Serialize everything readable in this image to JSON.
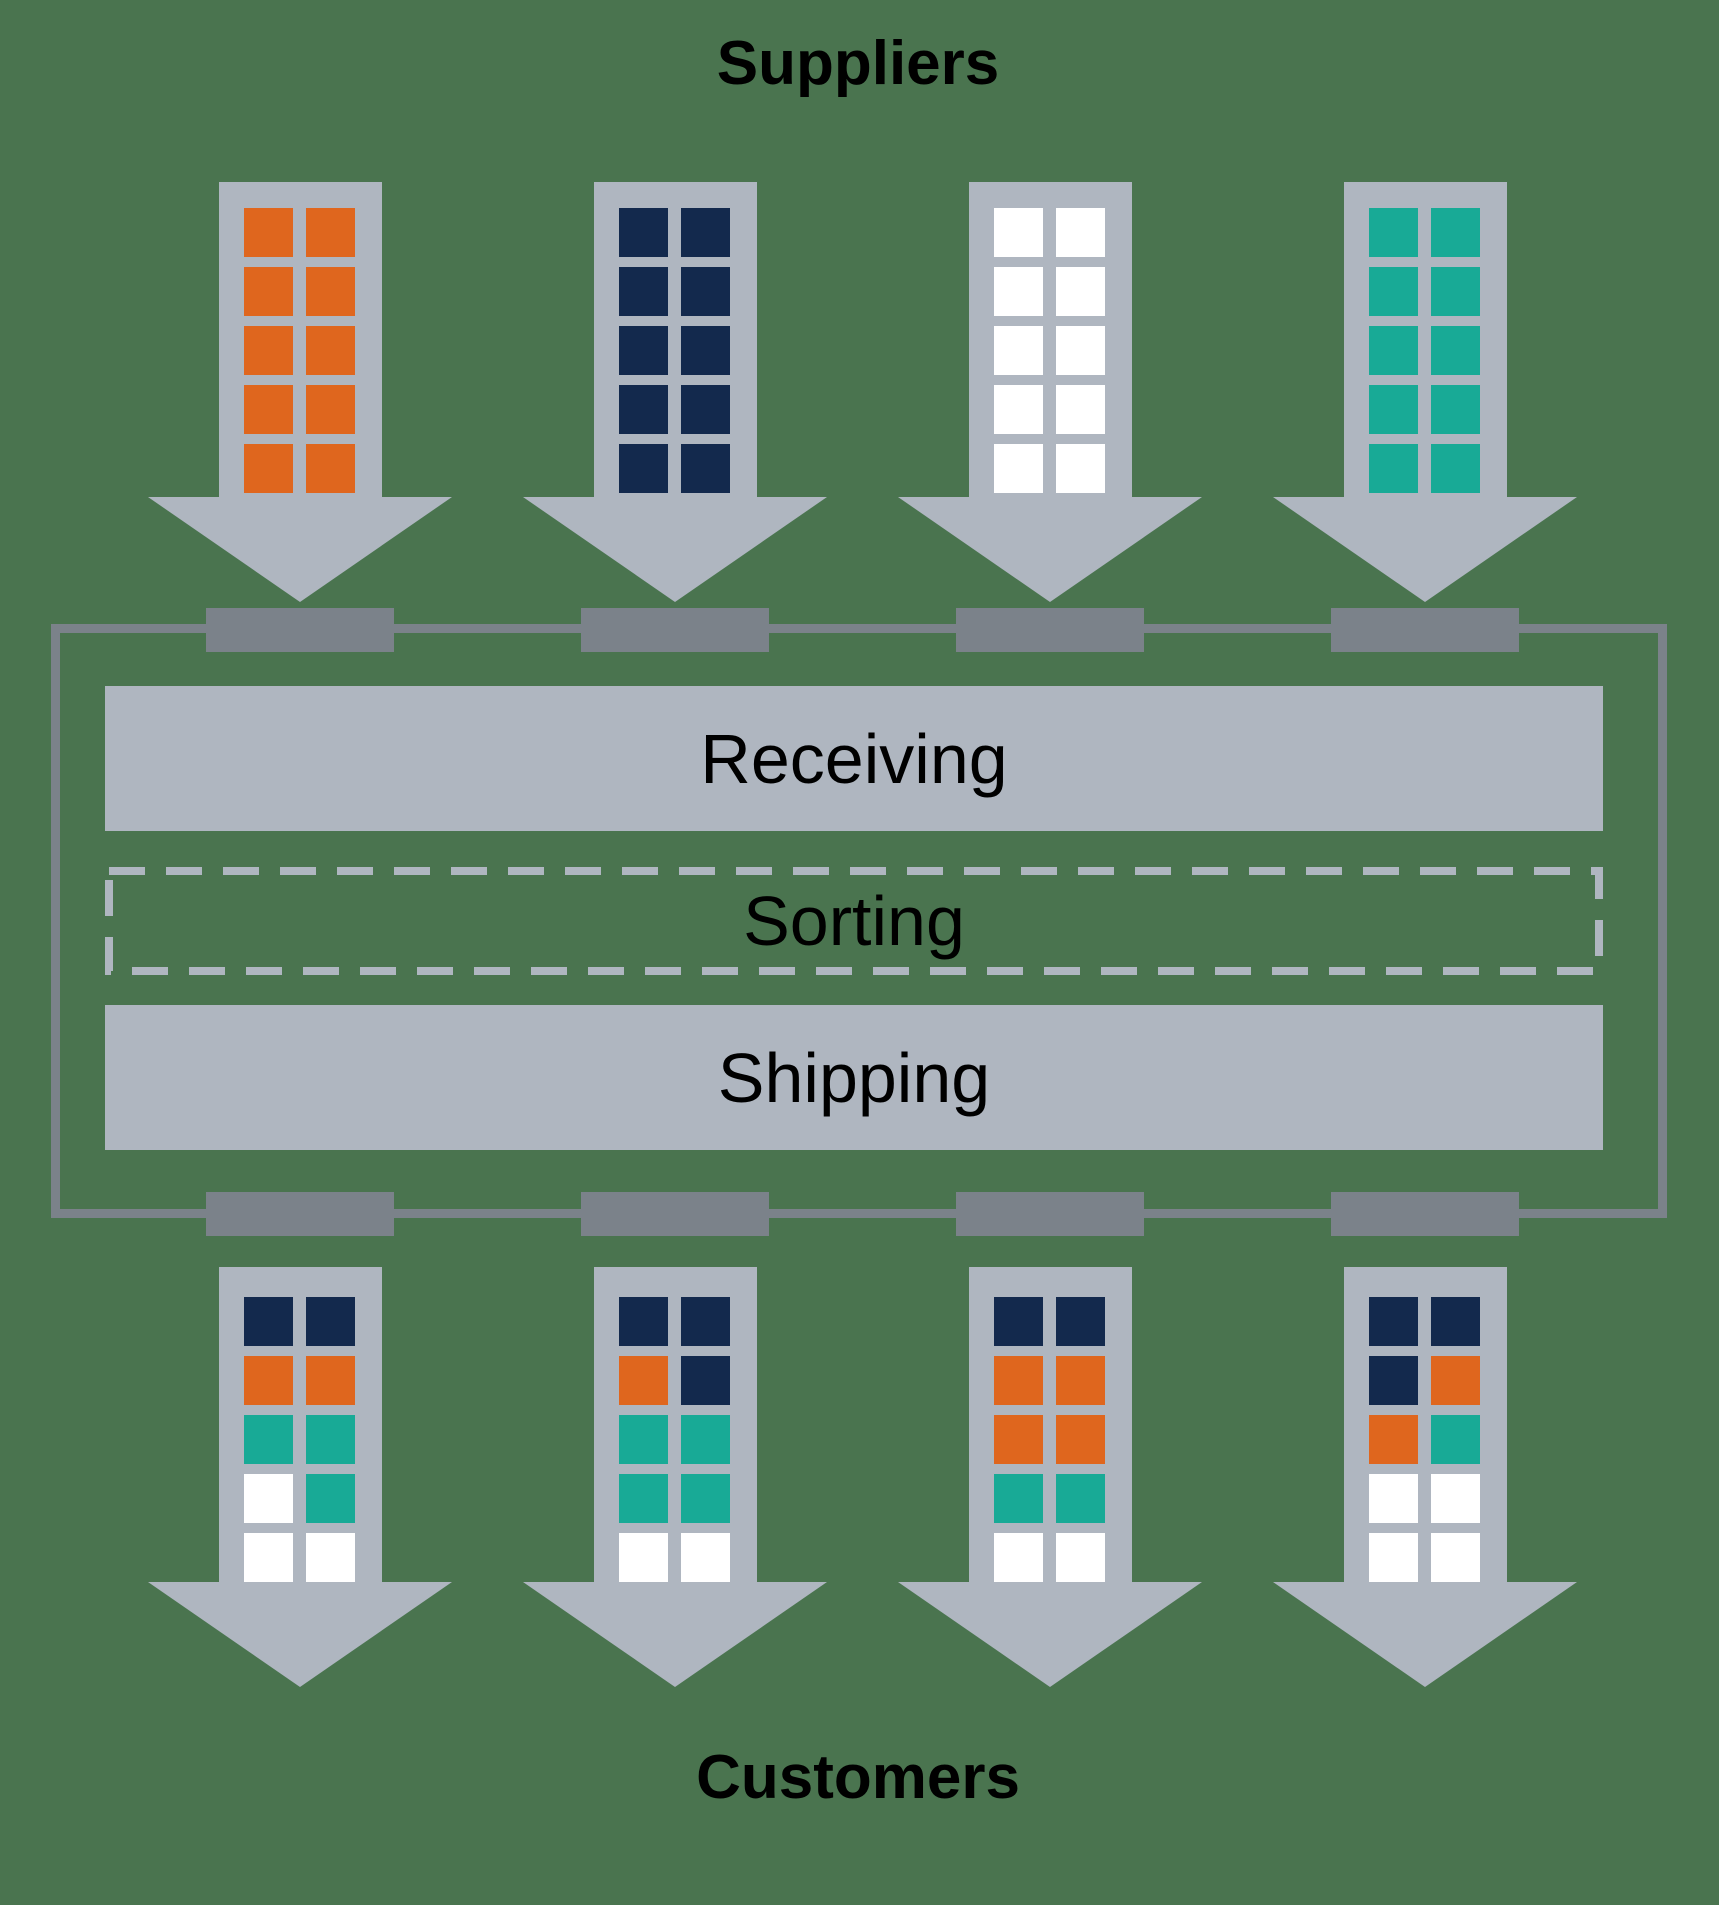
{
  "diagram": {
    "titles": {
      "suppliers": "Suppliers",
      "customers": "Customers"
    },
    "zones": [
      {
        "id": "receiving",
        "label": "Receiving",
        "border": "solid"
      },
      {
        "id": "sorting",
        "label": "Sorting",
        "border": "dashed"
      },
      {
        "id": "shipping",
        "label": "Shipping",
        "border": "solid"
      }
    ],
    "supplier_shipments": [
      {
        "id": "supplier-1",
        "cells": [
          "orange",
          "orange",
          "orange",
          "orange",
          "orange",
          "orange",
          "orange",
          "orange",
          "orange",
          "orange"
        ]
      },
      {
        "id": "supplier-2",
        "cells": [
          "navy",
          "navy",
          "navy",
          "navy",
          "navy",
          "navy",
          "navy",
          "navy",
          "navy",
          "navy"
        ]
      },
      {
        "id": "supplier-3",
        "cells": [
          "white",
          "white",
          "white",
          "white",
          "white",
          "white",
          "white",
          "white",
          "white",
          "white"
        ]
      },
      {
        "id": "supplier-4",
        "cells": [
          "teal",
          "teal",
          "teal",
          "teal",
          "teal",
          "teal",
          "teal",
          "teal",
          "teal",
          "teal"
        ]
      }
    ],
    "customer_shipments": [
      {
        "id": "customer-1",
        "cells": [
          "navy",
          "navy",
          "orange",
          "orange",
          "teal",
          "teal",
          "white",
          "teal",
          "white",
          "white"
        ]
      },
      {
        "id": "customer-2",
        "cells": [
          "navy",
          "navy",
          "orange",
          "navy",
          "teal",
          "teal",
          "teal",
          "teal",
          "white",
          "white"
        ]
      },
      {
        "id": "customer-3",
        "cells": [
          "navy",
          "navy",
          "orange",
          "orange",
          "orange",
          "orange",
          "teal",
          "teal",
          "white",
          "white"
        ]
      },
      {
        "id": "customer-4",
        "cells": [
          "navy",
          "navy",
          "navy",
          "orange",
          "orange",
          "teal",
          "white",
          "white",
          "white",
          "white"
        ]
      }
    ],
    "dock_count_top": 4,
    "dock_count_bottom": 4,
    "palette": {
      "background": "#4a744f",
      "arrow_gray": "#afb6c0",
      "dock_gray": "#7b828a",
      "navy": "#13294d",
      "orange": "#df661e",
      "teal": "#18aa96",
      "white": "#ffffff",
      "label_text": "#000000"
    }
  }
}
